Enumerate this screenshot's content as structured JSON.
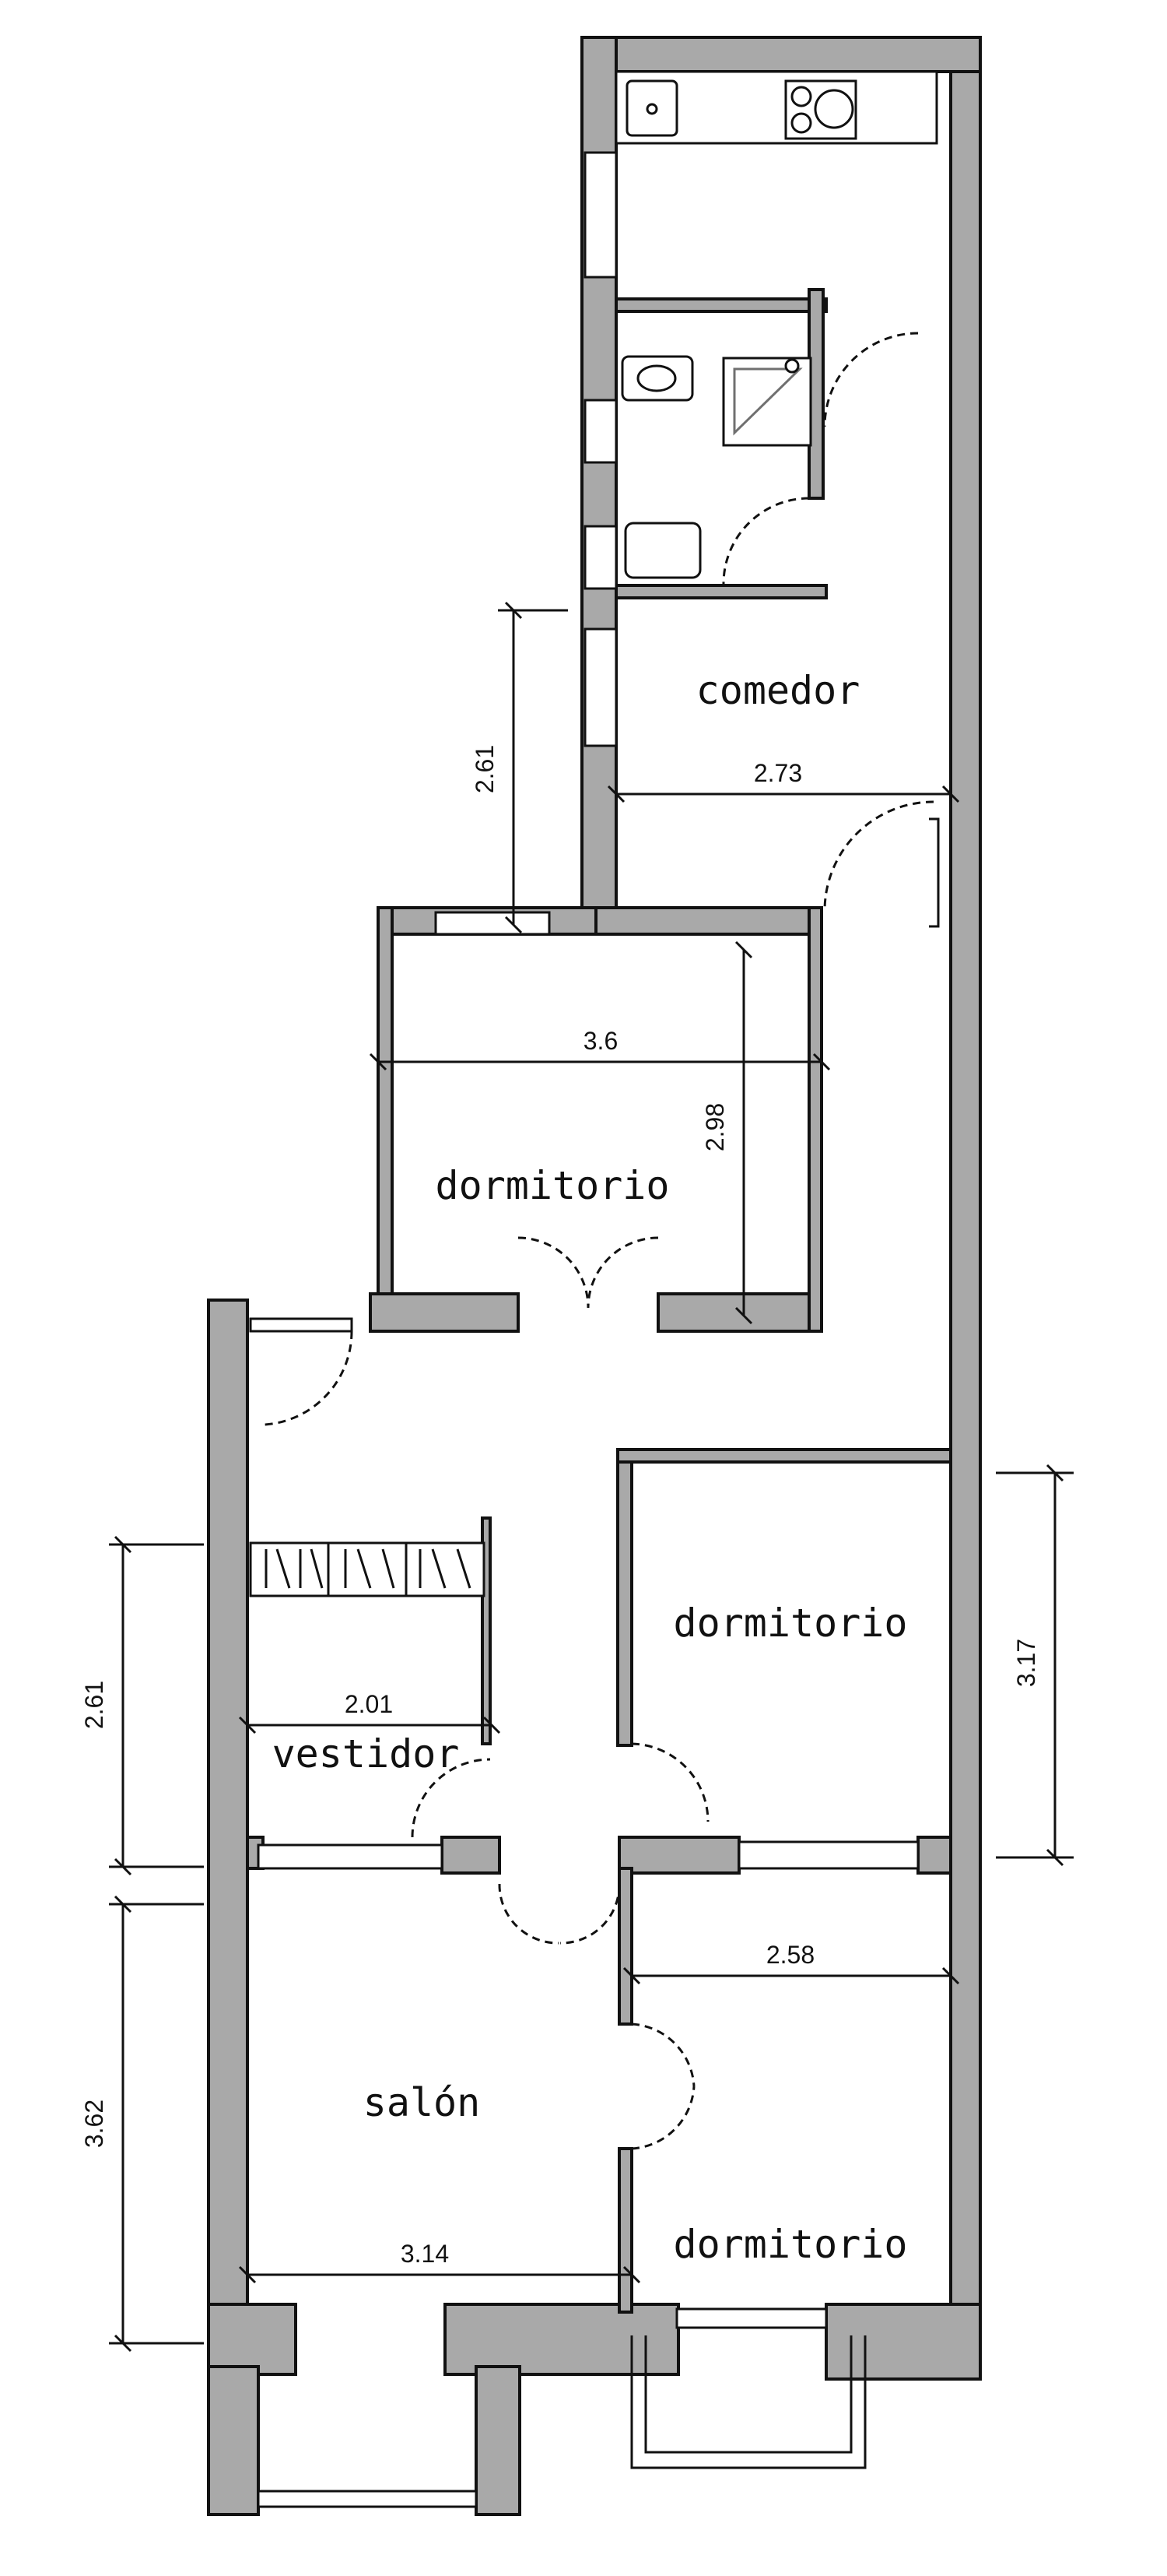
{
  "rooms": {
    "comedor": "comedor",
    "dormitorio_1": "dormitorio",
    "dormitorio_2": "dormitorio",
    "vestidor": "vestidor",
    "salon": "salón",
    "dormitorio_3": "dormitorio"
  },
  "dimensions": {
    "comedor_width": "2.73",
    "comedor_depth": "2.61",
    "dormitorio_1_width": "3.6",
    "dormitorio_1_depth": "2.98",
    "dormitorio_2_depth": "3.17",
    "vestidor_width": "2.01",
    "vestidor_depth": "2.61",
    "dormitorio_3_width": "2.58",
    "salon_width": "3.14",
    "salon_depth": "3.62"
  },
  "colors": {
    "wall_fill": "#a9a9a9",
    "line": "#111111",
    "background": "#ffffff"
  }
}
